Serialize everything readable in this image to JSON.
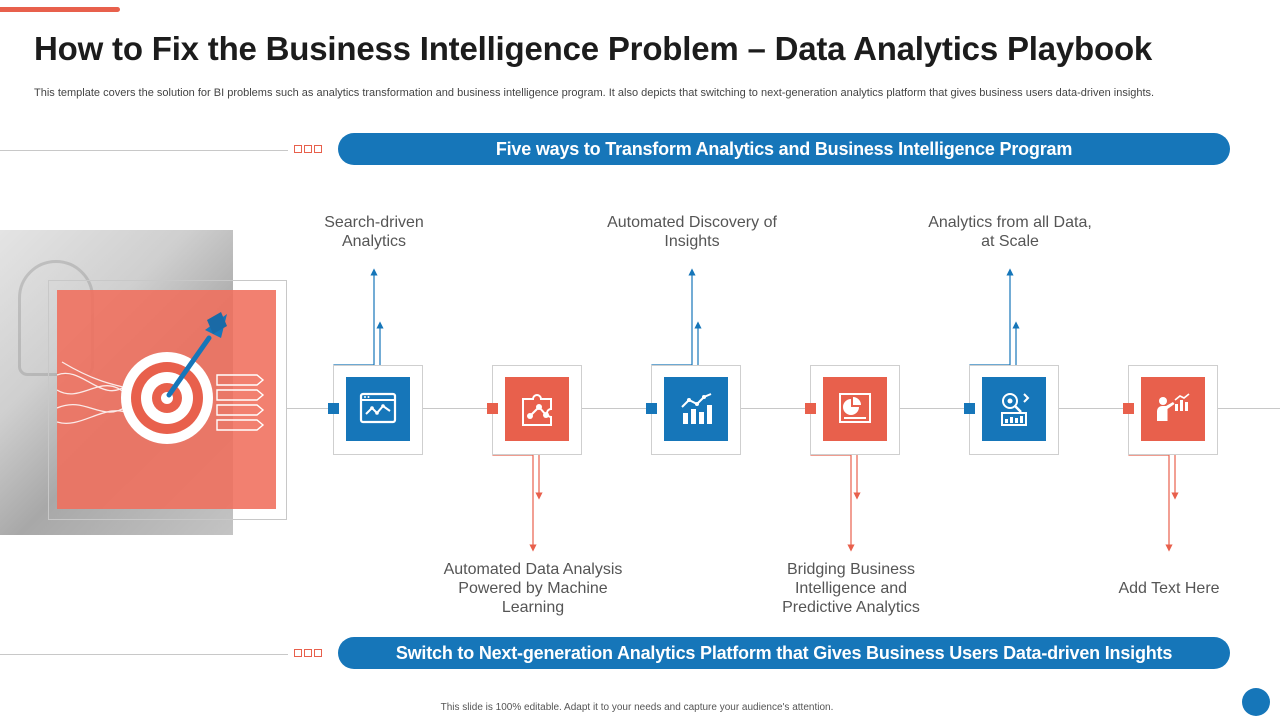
{
  "title": "How to Fix the Business Intelligence Problem – Data Analytics Playbook",
  "subtitle": "This template covers the solution for BI problems such as analytics transformation and business intelligence program. It also depicts that switching to next-generation analytics platform that gives business users data-driven insights.",
  "banner_top": "Five ways to Transform Analytics and Business Intelligence Program",
  "banner_bottom": "Switch to Next-generation Analytics Platform that Gives Business Users Data-driven Insights",
  "steps": [
    {
      "label": "Search-driven Analytics",
      "position": "top",
      "color": "#1676b9",
      "icon": "dashboard-chart-icon"
    },
    {
      "label": "Automated Data Analysis Powered by Machine Learning",
      "position": "bottom",
      "color": "#e8604c",
      "icon": "network-analysis-icon"
    },
    {
      "label": "Automated Discovery of Insights",
      "position": "top",
      "color": "#1676b9",
      "icon": "bar-trend-chart-icon"
    },
    {
      "label": "Bridging Business Intelligence and Predictive Analytics",
      "position": "bottom",
      "color": "#e8604c",
      "icon": "pie-report-icon"
    },
    {
      "label": "Analytics from all Data, at Scale",
      "position": "top",
      "color": "#1676b9",
      "icon": "data-scale-icon"
    },
    {
      "label": "Add Text Here",
      "position": "bottom",
      "color": "#e8604c",
      "icon": "presenter-chart-icon"
    }
  ],
  "footer": "This slide is 100% editable. Adapt it to your needs and capture your audience's attention.",
  "colors": {
    "blue": "#1676b9",
    "coral": "#e8604c"
  }
}
